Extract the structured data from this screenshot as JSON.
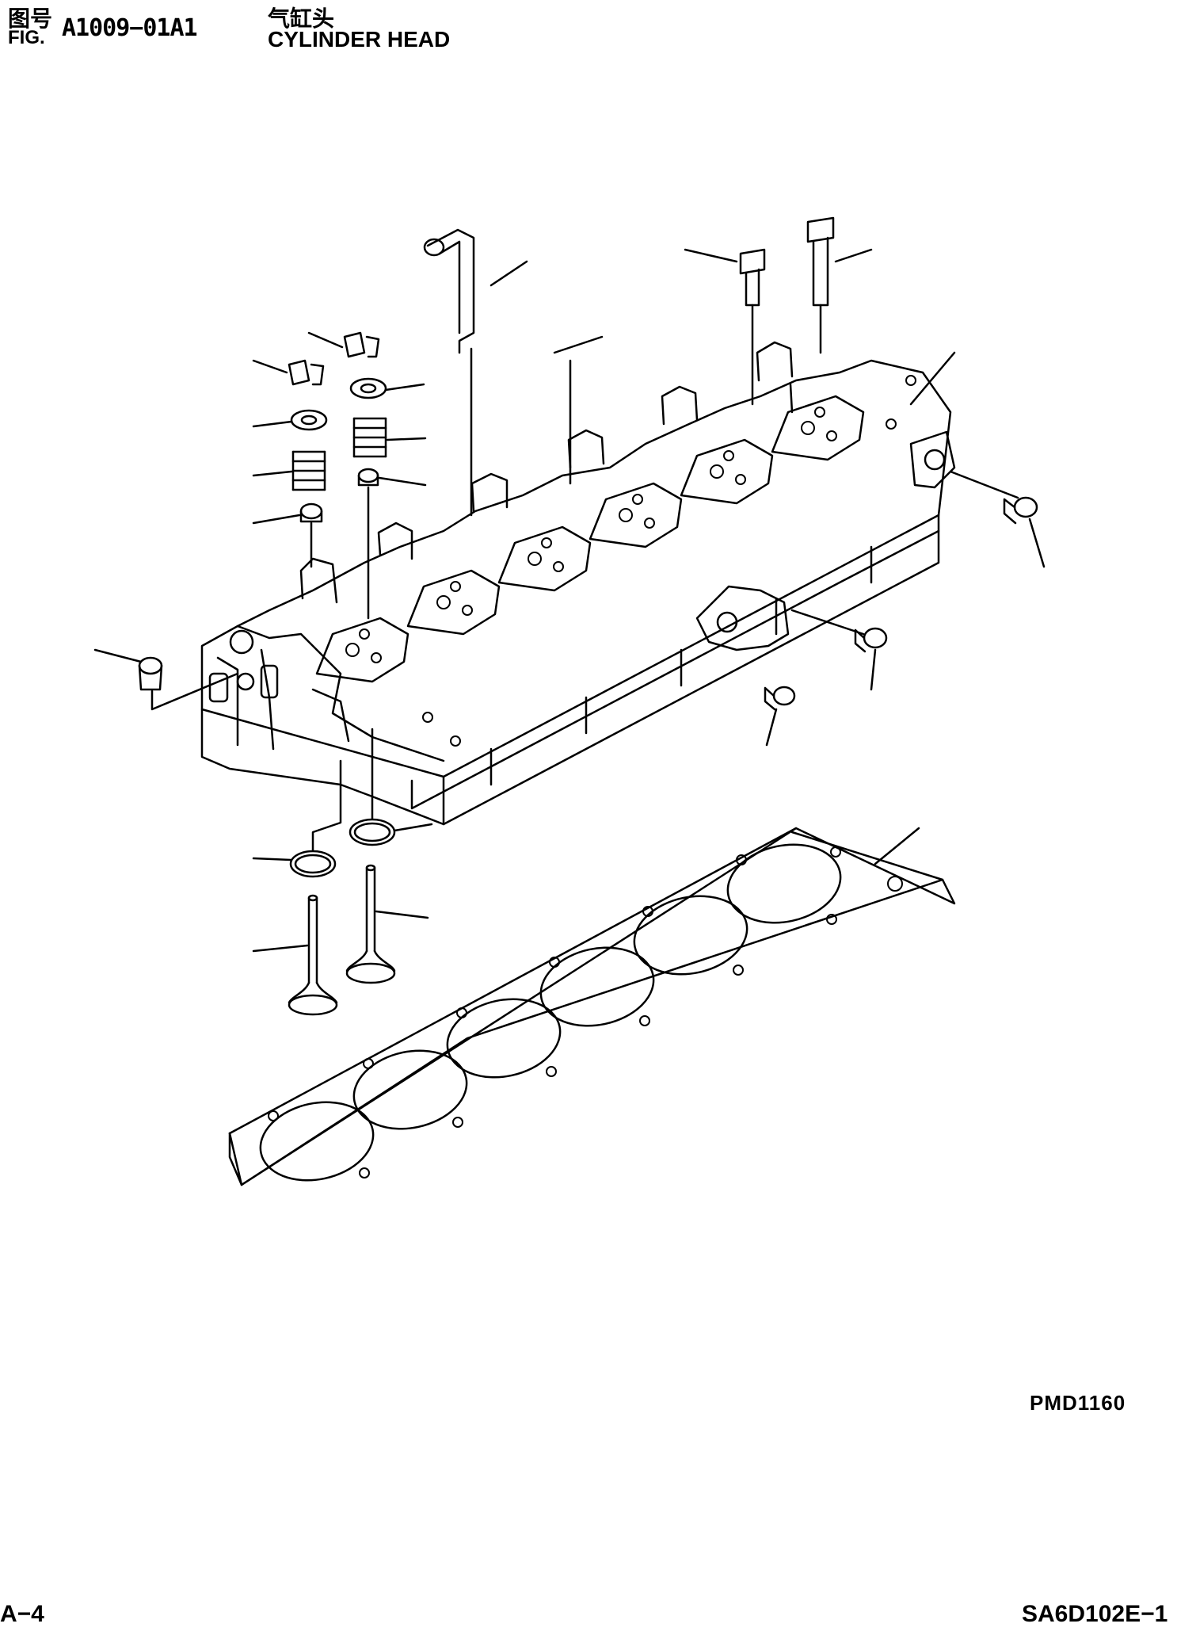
{
  "header": {
    "fig_label_cn": "图号",
    "fig_label_en": "FIG.",
    "fig_number": "A1009−01A1",
    "title_cn": "气缸头",
    "title_en": "CYLINDER HEAD"
  },
  "drawing": {
    "illustration_code": "PMD1160",
    "parts": [
      "cylinder-head",
      "cylinder-head-gasket",
      "head-bolt",
      "intake-valve",
      "exhaust-valve",
      "valve-spring",
      "spring-retainer",
      "valve-collet",
      "valve-seal",
      "valve-seat-insert",
      "plug",
      "tube"
    ]
  },
  "footer": {
    "page_number": "A−4",
    "document_code": "SA6D102E−1"
  }
}
